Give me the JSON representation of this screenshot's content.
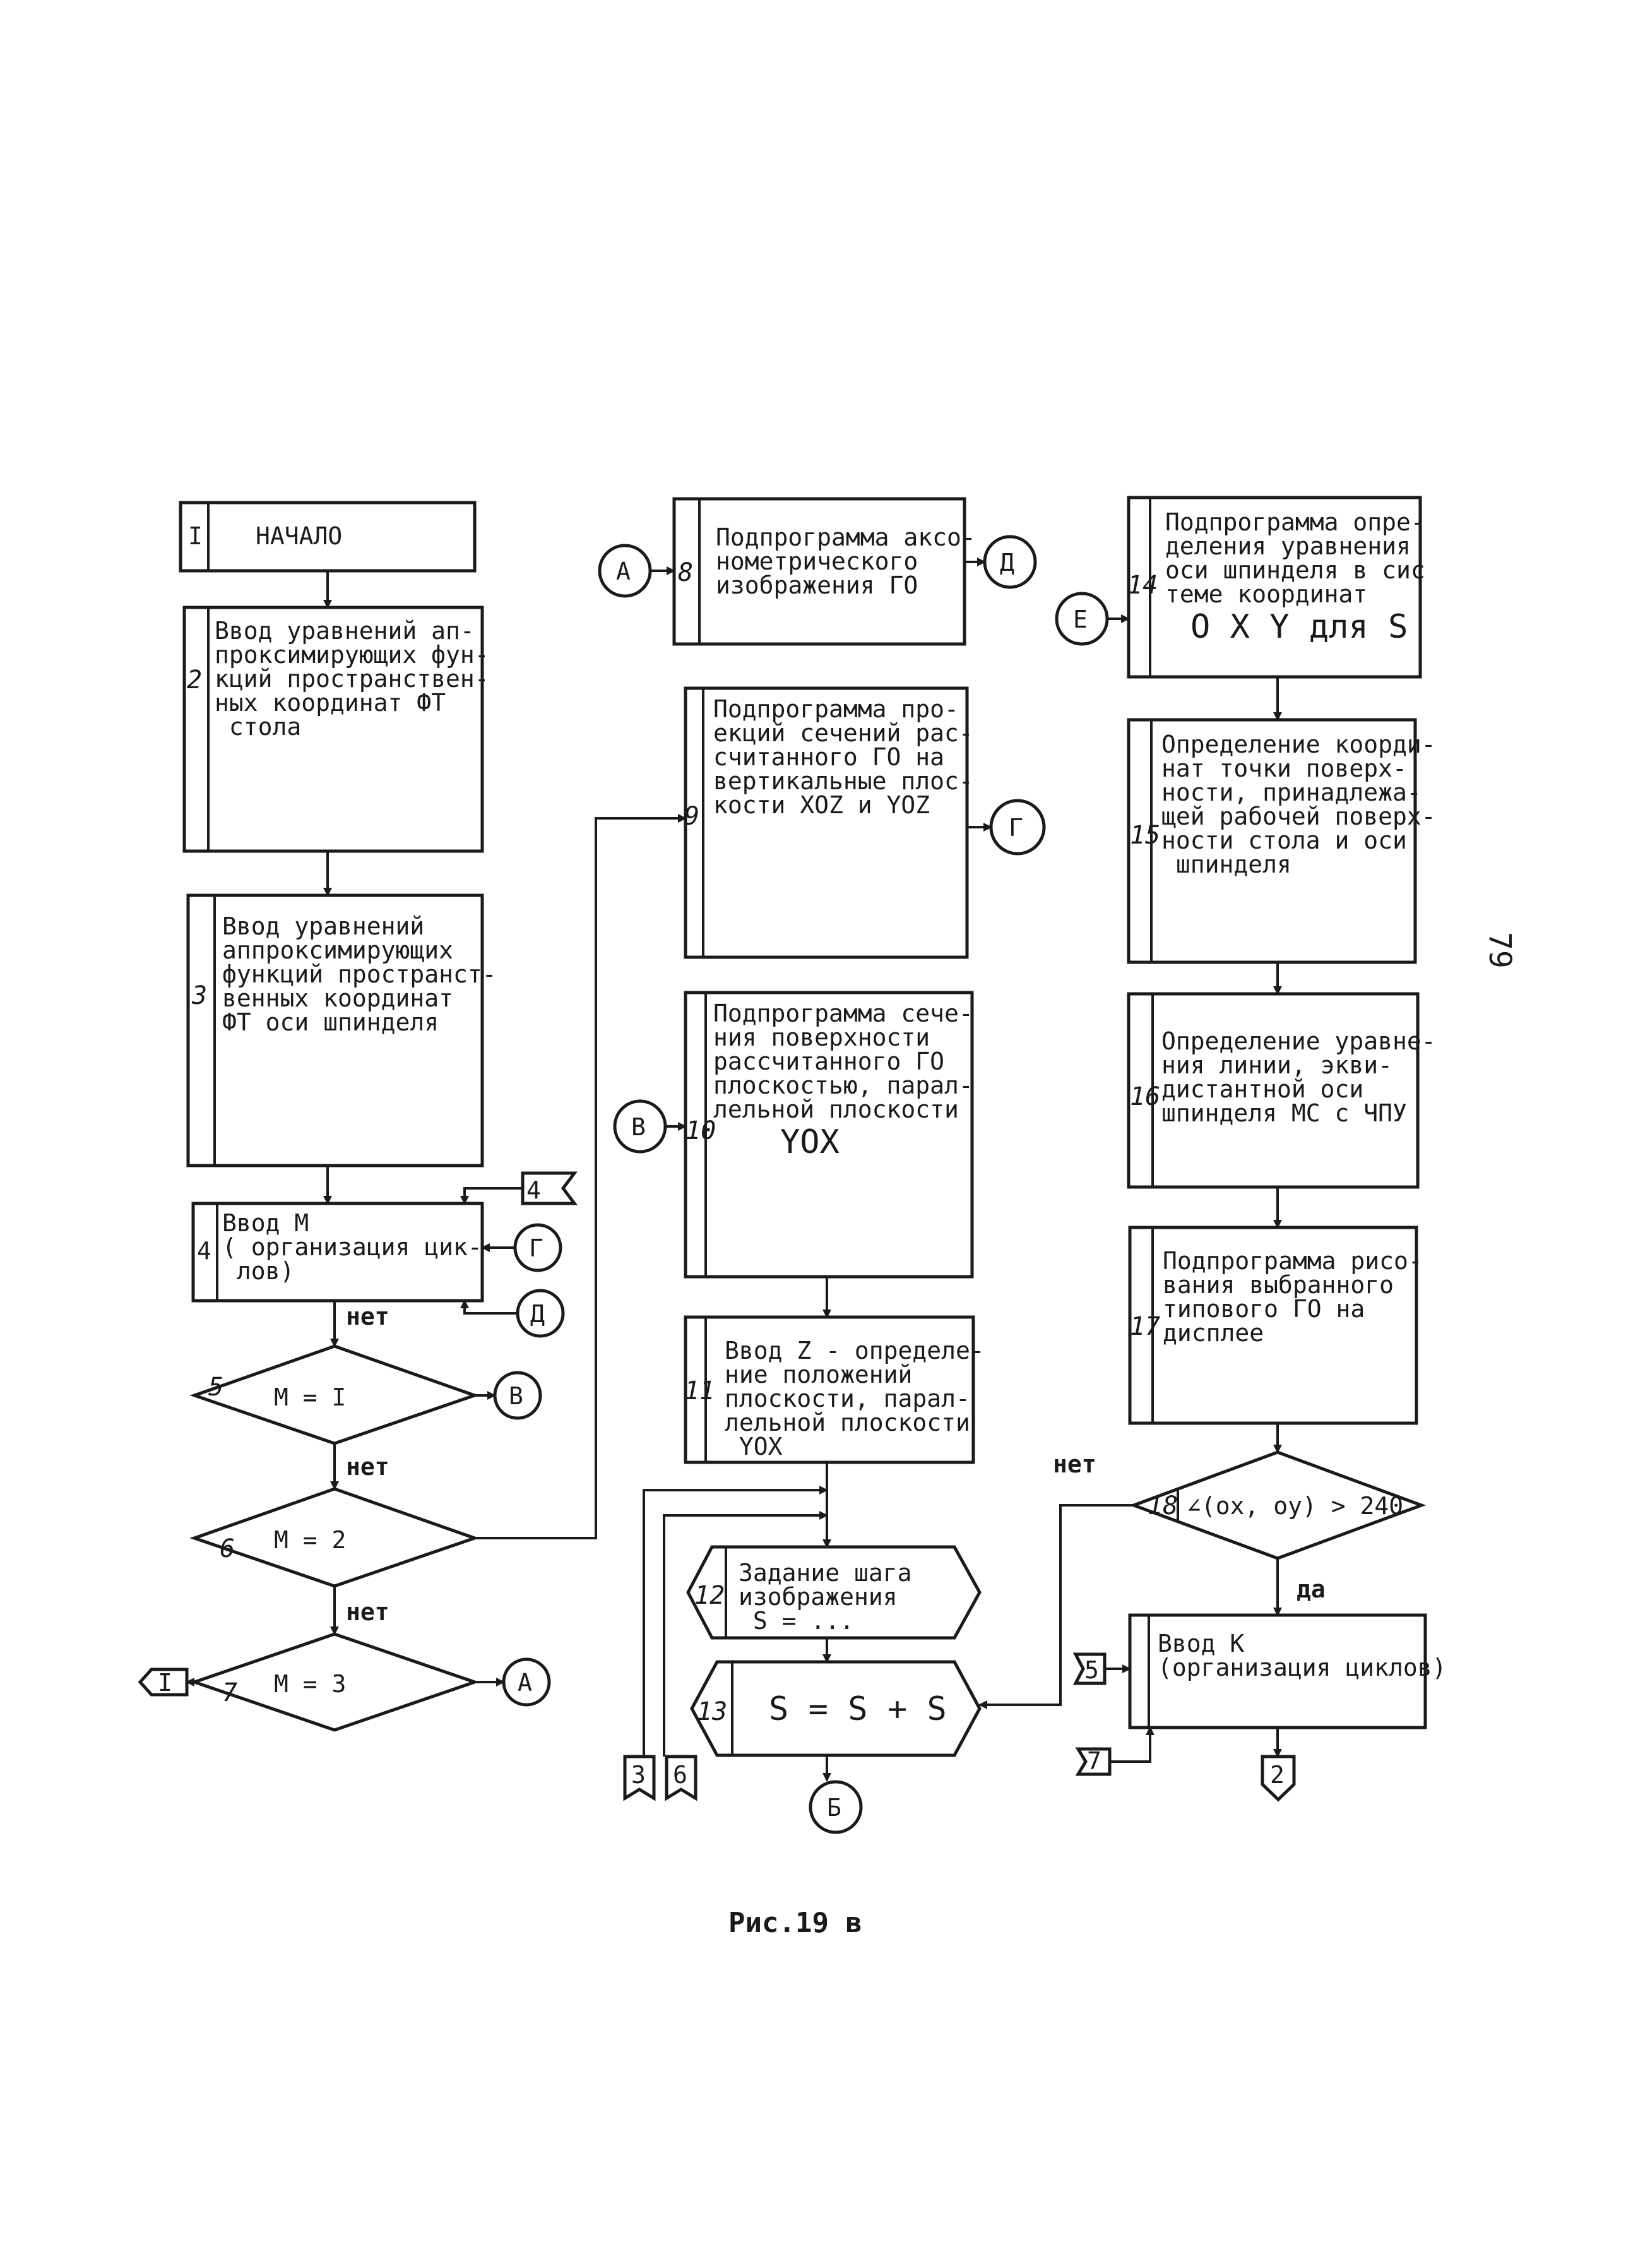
{
  "page_number": "79",
  "caption": "Рис.19 в",
  "blocks": {
    "b1": {
      "num": "I",
      "lines": [
        "НАЧАЛО"
      ]
    },
    "b2": {
      "num": "2",
      "lines": [
        "Ввод уравнений ап-",
        "проксимирующих фун-",
        "кций пространствен-",
        "ных координат ФТ",
        "        стола"
      ]
    },
    "b3": {
      "num": "3",
      "lines": [
        "Ввод уравнений",
        "аппроксимирующих",
        "функций пространст-",
        "венных координат",
        "ФТ оси шпинделя"
      ]
    },
    "b4": {
      "num": "4",
      "lines": [
        "    Ввод М",
        "( организация цик-",
        "      лов)"
      ]
    },
    "b5": {
      "num": "5",
      "lines": [
        "М = I"
      ]
    },
    "b6": {
      "num": "6",
      "lines": [
        "М = 2"
      ]
    },
    "b7": {
      "num": "7",
      "lines": [
        "М = 3"
      ]
    },
    "b8": {
      "num": "8",
      "lines": [
        "Подпрограмма аксо-",
        "нометрического",
        "изображения ГО"
      ]
    },
    "b9": {
      "num": "9",
      "lines": [
        "Подпрограмма про-",
        "екций сечений рас-",
        "считанного ГО на",
        "вертикальные плос-",
        "кости XOZ и YOZ"
      ]
    },
    "b10": {
      "num": "10",
      "lines": [
        "Подпрограмма сече-",
        "ния поверхности",
        "рассчитанного ГО",
        "плоскостью, парал-",
        "лельной плоскости"
      ],
      "extra": "YOX"
    },
    "b11": {
      "num": "11",
      "lines": [
        "Ввод Z - определе-",
        "ние положений",
        "плоскости, парал-",
        "лельной плоскости",
        "      YOX"
      ]
    },
    "b12": {
      "num": "12",
      "lines": [
        "Задание шага",
        "изображения",
        "      S = ..."
      ]
    },
    "b13": {
      "num": "13",
      "lines": [
        "S = S + S"
      ]
    },
    "b14": {
      "num": "14",
      "lines": [
        "Подпрограмма опре-",
        "деления уравнения",
        "оси шпинделя в сис",
        "теме координат"
      ],
      "extra": "O X Y     для S"
    },
    "b15": {
      "num": "15",
      "lines": [
        "Определение коорди-",
        "нат точки поверх-",
        "ности, принадлежа-",
        "щей рабочей поверх-",
        "ности стола и оси",
        "      шпинделя"
      ]
    },
    "b16": {
      "num": "16",
      "lines": [
        "Определение уравне-",
        "ния линии, экви-",
        "дистантной оси",
        "шпинделя МС с ЧПУ"
      ]
    },
    "b17": {
      "num": "17",
      "lines": [
        "Подпрограмма рисо-",
        "вания выбранного",
        "типового ГО на",
        "дисплее"
      ]
    },
    "b18": {
      "num": "18",
      "lines": [
        "∠(ox, oy) > 240"
      ]
    },
    "b19": {
      "lines": [
        "    Ввод К",
        "(организация циклов)"
      ]
    }
  },
  "connectors": {
    "A": "А",
    "B": "Б",
    "V": "В",
    "G": "Г",
    "D": "Д",
    "E": "Е",
    "fA": "А",
    "fV": "В",
    "fG": "Г",
    "fD": "Д",
    "fE": "Е",
    "tB": "Б"
  },
  "offpage": {
    "o4": "4",
    "oI": "I",
    "o3": "3",
    "o6": "6",
    "o5": "5",
    "o7": "7",
    "o2": "2"
  },
  "branch_labels": {
    "net1": "нет",
    "net2": "нет",
    "net3": "нет",
    "net4": "нет",
    "da": "да"
  }
}
